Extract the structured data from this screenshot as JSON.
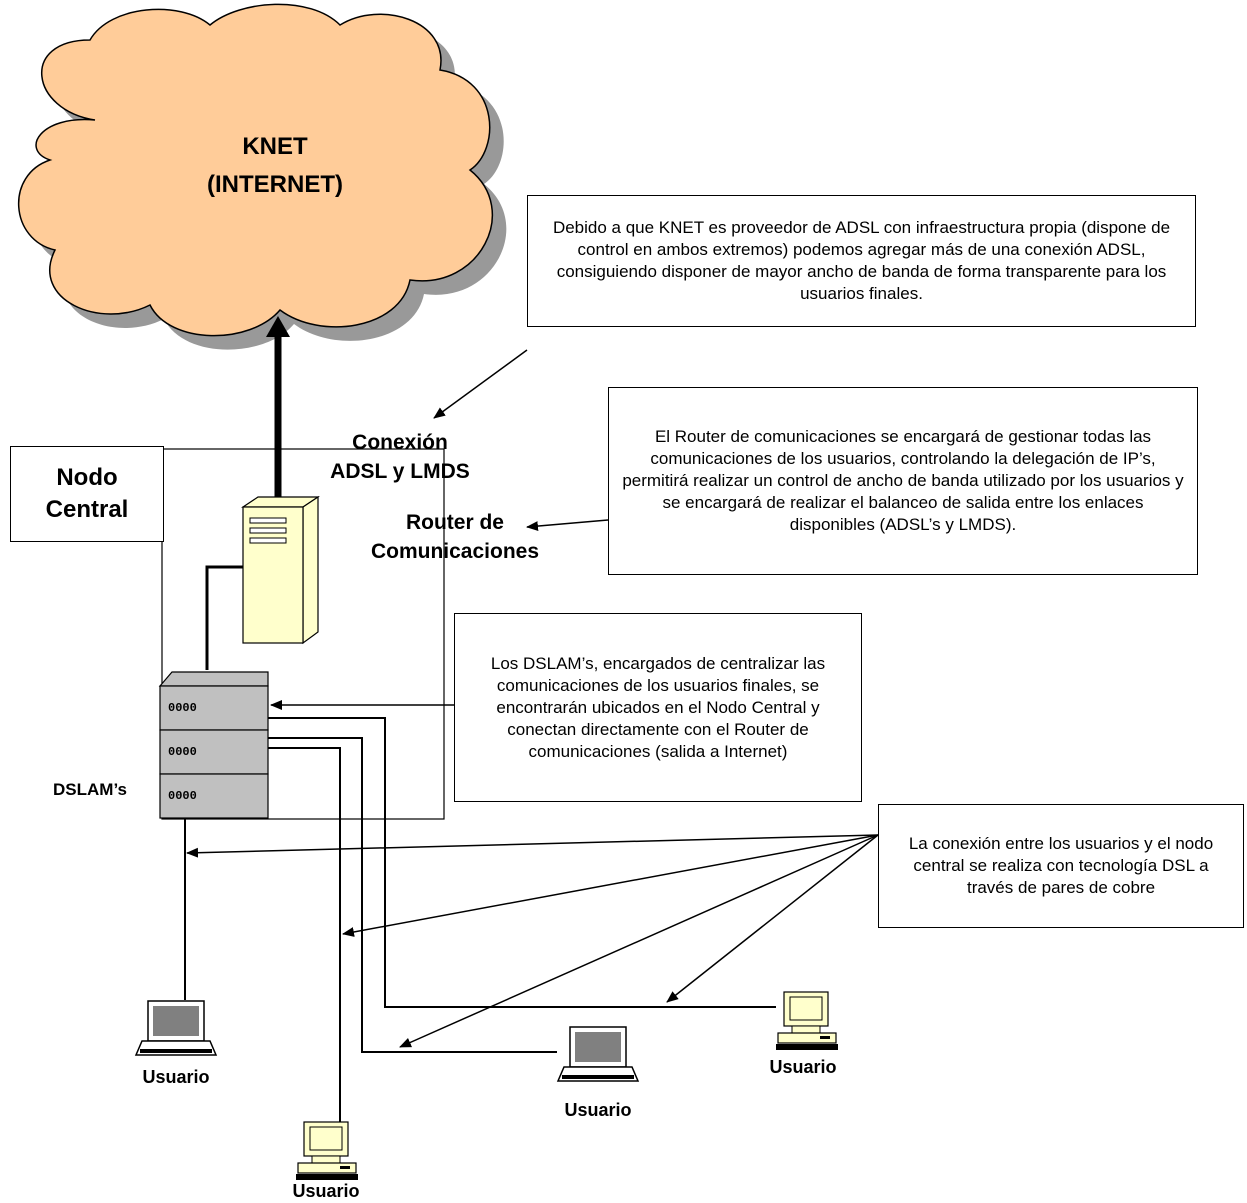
{
  "cloud": {
    "line1": "KNET",
    "line2": "(INTERNET)"
  },
  "node": {
    "line1": "Nodo",
    "line2": "Central"
  },
  "labels": {
    "connection_line1": "Conexión",
    "connection_line2": "ADSL y LMDS",
    "router_line1": "Router de",
    "router_line2": "Comunicaciones",
    "dslam": "DSLAM’s"
  },
  "notes": {
    "adsl": "Debido a que KNET es proveedor de ADSL con infraestructura propia (dispone de control en ambos extremos) podemos agregar más de una conexión ADSL, consiguiendo disponer de mayor ancho de banda de forma transparente para los usuarios finales.",
    "router": "El Router de comunicaciones se encargará de gestionar todas las comunicaciones de los usuarios, controlando la delegación de IP’s, permitirá realizar un control de ancho de banda utilizado por los usuarios y se encargará de realizar el balanceo de salida entre los enlaces disponibles (ADSL’s y LMDS).",
    "dslam": "Los DSLAM’s, encargados de centralizar las comunicaciones de los usuarios finales, se encontrarán ubicados en el Nodo Central y conectan directamente con el Router de comunicaciones (salida a Internet)",
    "dsl": "La conexión entre los usuarios y el nodo central se realiza con tecnología DSL a través de pares de cobre"
  },
  "users": [
    "Usuario",
    "Usuario",
    "Usuario",
    "Usuario"
  ],
  "colors": {
    "cloud": "#ffcc99",
    "cloud_shadow": "#999999",
    "server": "#ffffcc",
    "dslam": "#c0c0c0",
    "terminal": "#ffffcc",
    "laptop_screen": "#808080"
  }
}
